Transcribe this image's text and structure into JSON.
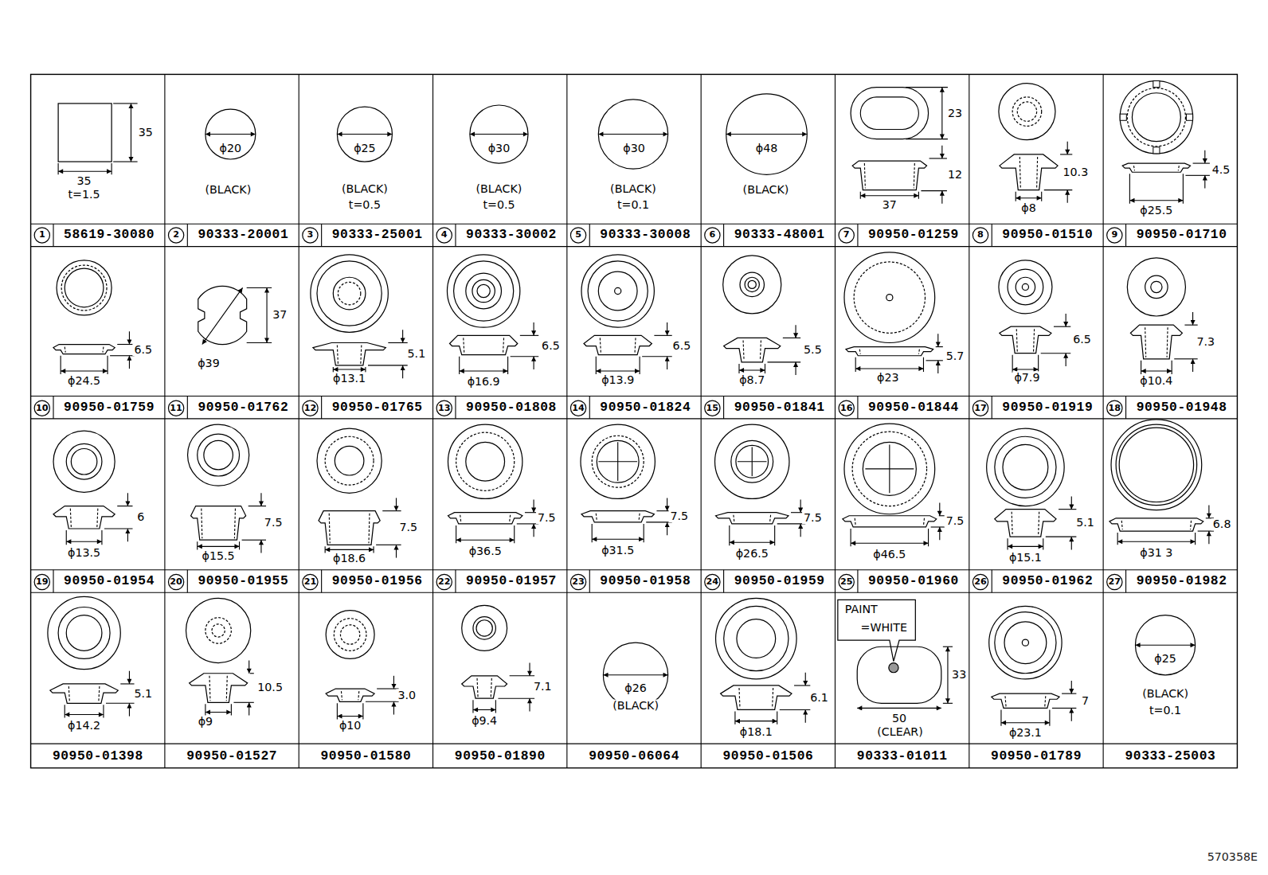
{
  "diagram": {
    "labels": [
      "35",
      "35",
      "t=1.5",
      "ϕ20",
      "(BLACK)",
      "ϕ25",
      "(BLACK)",
      "t=0.5",
      "ϕ30",
      "(BLACK)",
      "t=0.5",
      "ϕ30",
      "(BLACK)",
      "t=0.1",
      "ϕ48",
      "(BLACK)",
      "23",
      "12",
      "37",
      "10.3",
      "ϕ8",
      "4.5",
      "ϕ25.5",
      "1",
      "58619-30080",
      "2",
      "90333-20001",
      "3",
      "90333-25001",
      "4",
      "90333-30002",
      "5",
      "90333-30008",
      "6",
      "90333-48001",
      "7",
      "90950-01259",
      "8",
      "90950-01510",
      "9",
      "90950-01710",
      "6.5",
      "ϕ24.5",
      "37",
      "ϕ39",
      "5.1",
      "ϕ13.1",
      "6.5",
      "ϕ16.9",
      "6.5",
      "ϕ13.9",
      "5.5",
      "ϕ8.7",
      "5.7",
      "ϕ23",
      "6.5",
      "ϕ7.9",
      "7.3",
      "ϕ10.4",
      "10",
      "90950-01759",
      "11",
      "90950-01762",
      "12",
      "90950-01765",
      "13",
      "90950-01808",
      "14",
      "90950-01824",
      "15",
      "90950-01841",
      "16",
      "90950-01844",
      "17",
      "90950-01919",
      "18",
      "90950-01948",
      "6",
      "ϕ13.5",
      "7.5",
      "ϕ15.5",
      "7.5",
      "ϕ18.6",
      "7.5",
      "ϕ36.5",
      "7.5",
      "ϕ31.5",
      "7.5",
      "ϕ26.5",
      "7.5",
      "ϕ46.5",
      "5.1",
      "ϕ15.1",
      "6.8",
      "ϕ31 3",
      "19",
      "90950-01954",
      "20",
      "90950-01955",
      "21",
      "90950-01956",
      "22",
      "90950-01957",
      "23",
      "90950-01958",
      "24",
      "90950-01959",
      "25",
      "90950-01960",
      "26",
      "90950-01962",
      "27",
      "90950-01982",
      "5.1",
      "ϕ14.2",
      "10.5",
      "ϕ9",
      "3.0",
      "ϕ10",
      "7.1",
      "ϕ9.4",
      "ϕ26",
      "(BLACK)",
      "6.1",
      "ϕ18.1",
      "PAINT",
      "=WHITE",
      "33",
      "50",
      "(CLEAR)",
      "7",
      "ϕ23.1",
      "ϕ25",
      "(BLACK)",
      "t=0.1",
      "90950-01398",
      "90950-01527",
      "90950-01580",
      "90950-01890",
      "90950-06064",
      "90950-01506",
      "90333-01011",
      "90950-01789",
      "90333-25003",
      "570358E"
    ]
  }
}
